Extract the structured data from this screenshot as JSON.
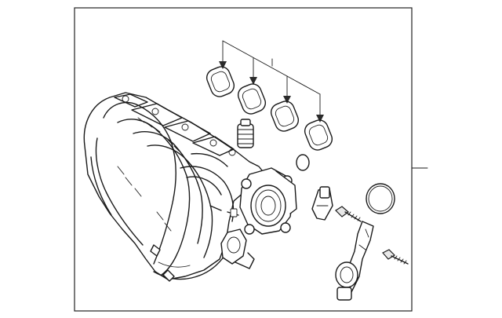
{
  "diagram": {
    "parts": [
      {
        "name": "intake-manifold"
      },
      {
        "name": "manifold-gasket",
        "count": 4
      },
      {
        "name": "throttle-body-o-ring"
      },
      {
        "name": "large-o-ring"
      },
      {
        "name": "vacuum-hose-fitting"
      },
      {
        "name": "map-sensor"
      },
      {
        "name": "bolt",
        "count": 2
      },
      {
        "name": "purge-solenoid-valve"
      }
    ],
    "line_color": "#1a1a1a",
    "background_color": "#ffffff"
  }
}
